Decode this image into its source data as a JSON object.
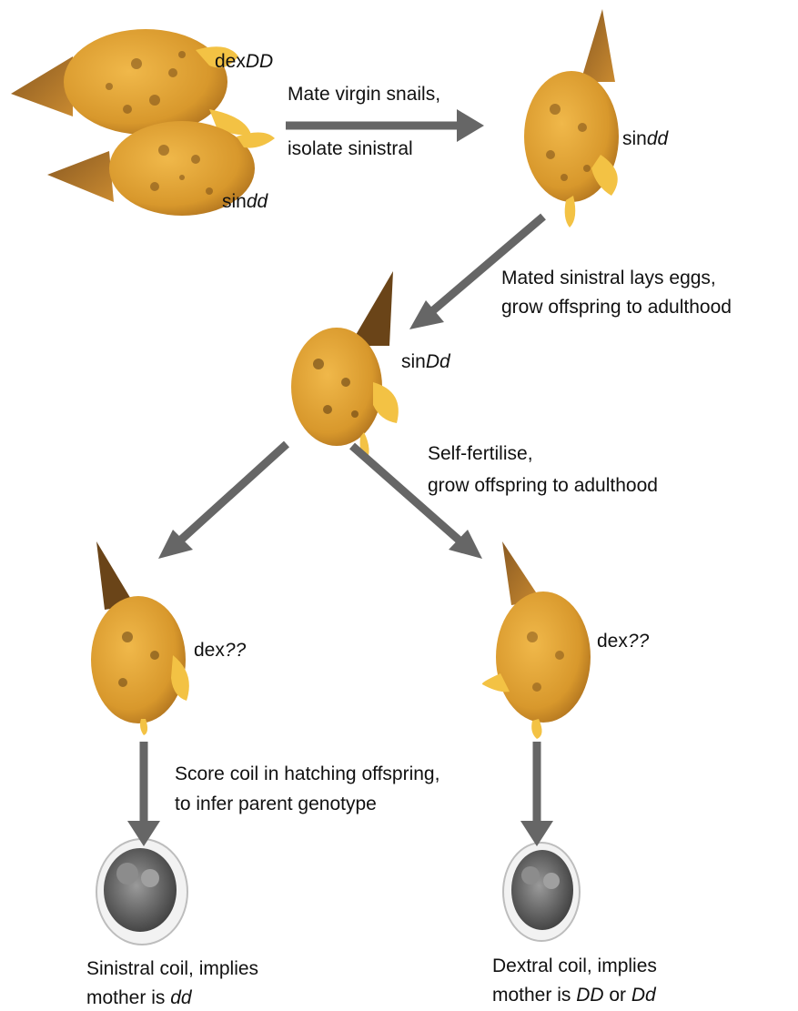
{
  "colors": {
    "arrow": "#666666",
    "shell_light": "#e3a63a",
    "shell_mid": "#c98a24",
    "shell_dark": "#7a4e18",
    "spire": "#9a6a2a",
    "foot": "#f3c244",
    "embryo_shell": "#e9e9e9",
    "embryo_body": "#6a6a6a"
  },
  "icons": {
    "snail": "snail-shell",
    "embryo": "embryo-micrograph"
  },
  "labels": {
    "dexDD": {
      "prefix": "dex",
      "italic": "DD"
    },
    "sindd_top": {
      "prefix": "sin",
      "italic": "dd"
    },
    "sindd_right": {
      "prefix": "sin",
      "italic": "dd"
    },
    "sinDd": {
      "prefix": "sin",
      "italic": "Dd"
    },
    "dex_left": {
      "prefix": "dex",
      "italic": "??"
    },
    "dex_right": {
      "prefix": "dex",
      "italic": "??"
    }
  },
  "steps": {
    "mate": [
      "Mate virgin snails,",
      "isolate sinistral"
    ],
    "lay": [
      "Mated sinistral lays eggs,",
      "grow offspring to adulthood"
    ],
    "self": [
      "Self-fertilise,",
      "grow offspring to adulthood"
    ],
    "score": [
      "Score coil in hatching offspring,",
      "to infer parent genotype"
    ]
  },
  "results": {
    "left": {
      "line1": "Sinistral coil, implies",
      "line2_prefix": "mother is ",
      "line2_italic": "dd"
    },
    "right": {
      "line1": "Dextral coil, implies",
      "line2_prefix": "mother is ",
      "line2_italic_a": "DD",
      "line2_mid": " or ",
      "line2_italic_b": "Dd"
    }
  }
}
